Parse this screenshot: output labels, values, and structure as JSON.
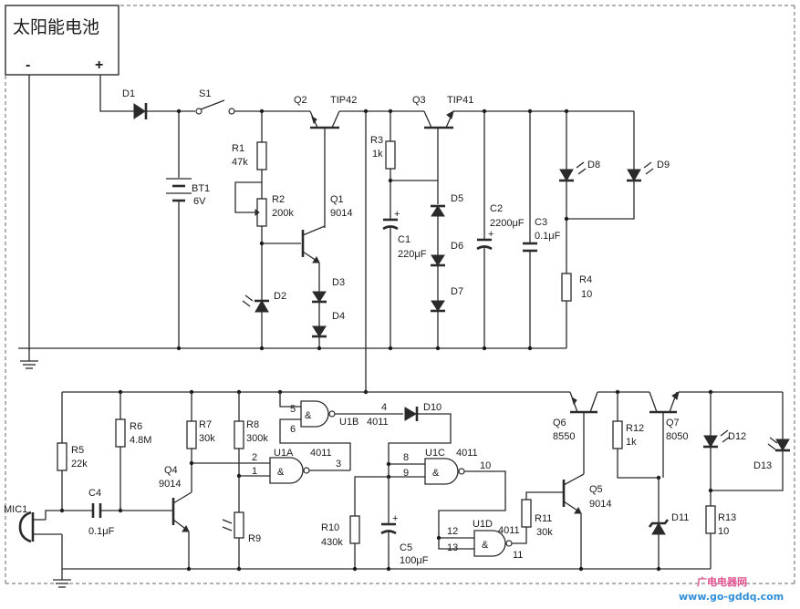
{
  "panel": {
    "title": "太阳能电池",
    "minus": "-",
    "plus": "+"
  },
  "components": {
    "D1": "D1",
    "S1": "S1",
    "BT1": "BT1",
    "BT1_val": "6V",
    "R1": "R1",
    "R1_val": "47k",
    "R2": "R2",
    "R2_val": "200k",
    "Q1": "Q1",
    "Q1_val": "9014",
    "Q2": "Q2",
    "Q2_val": "TIP42",
    "D2": "D2",
    "D3": "D3",
    "D4": "D4",
    "R3": "R3",
    "R3_val": "1k",
    "C1": "C1",
    "C1_val": "220μF",
    "Q3": "Q3",
    "Q3_val": "TIP41",
    "D5": "D5",
    "D6": "D6",
    "D7": "D7",
    "C2": "C2",
    "C2_val": "2200μF",
    "C3": "C3",
    "C3_val": "0.1μF",
    "D8": "D8",
    "D9": "D9",
    "R4": "R4",
    "R4_val": "10",
    "R5": "R5",
    "R5_val": "22k",
    "R6": "R6",
    "R6_val": "4.8M",
    "R7": "R7",
    "R7_val": "30k",
    "R8": "R8",
    "R8_val": "300k",
    "Q4": "Q4",
    "Q4_val": "9014",
    "C4": "C4",
    "C4_val": "0.1μF",
    "MIC1": "MIC1",
    "R9": "R9",
    "U1A": "U1A",
    "U1A_val": "4011",
    "U1B": "U1B",
    "U1B_val": "4011",
    "U1C": "U1C",
    "U1C_val": "4011",
    "U1D": "U1D",
    "U1D_val": "4011",
    "D10": "D10",
    "R10": "R10",
    "R10_val": "430k",
    "C5": "C5",
    "C5_val": "100μF",
    "R11": "R11",
    "R11_val": "30k",
    "Q5": "Q5",
    "Q5_val": "9014",
    "Q6": "Q6",
    "Q6_val": "8550",
    "Q7": "Q7",
    "Q7_val": "8050",
    "R12": "R12",
    "R12_val": "1k",
    "D11": "D11",
    "D12": "D12",
    "D13": "D13",
    "R13": "R13",
    "R13_val": "10"
  },
  "pins": {
    "p1": "1",
    "p2": "2",
    "p3": "3",
    "p4": "4",
    "p5": "5",
    "p6": "6",
    "p8": "8",
    "p9": "9",
    "p10": "10",
    "p11": "11",
    "p12": "12",
    "p13": "13",
    "amp": "&"
  },
  "watermark": {
    "line1": "广电电器网",
    "line2": "www.go-gddq.com"
  }
}
